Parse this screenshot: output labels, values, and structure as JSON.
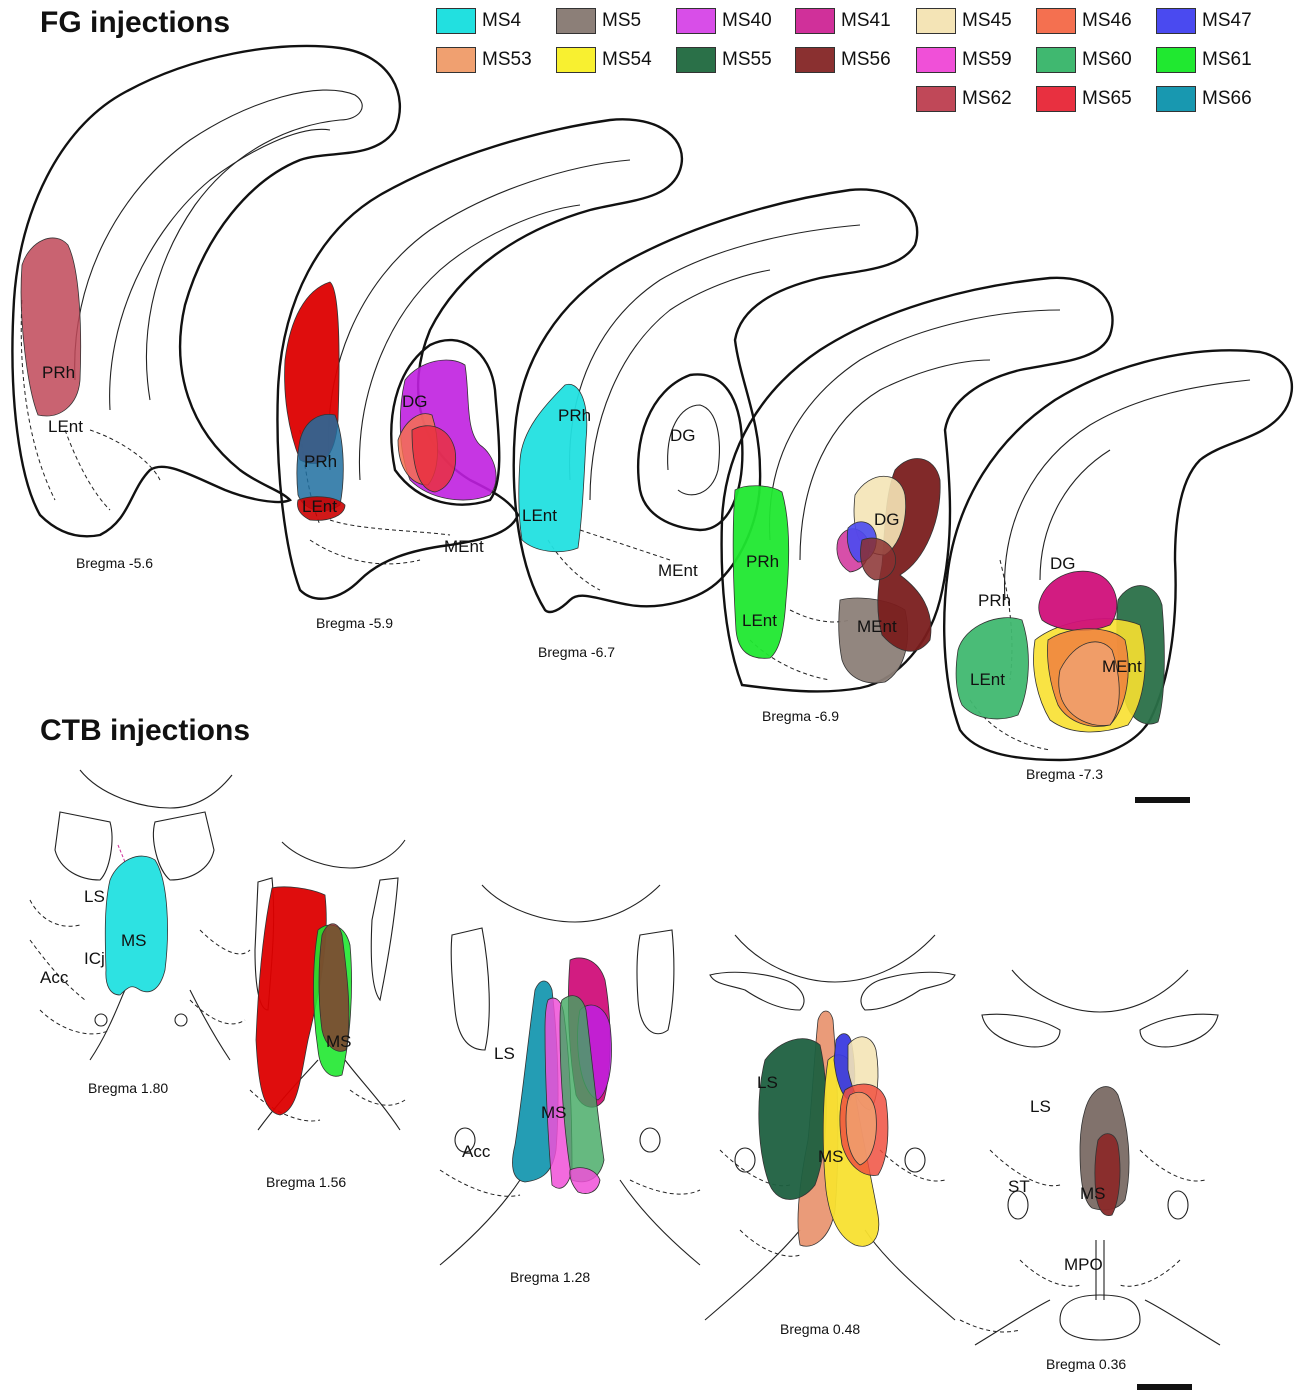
{
  "fg_heading": "FG injections",
  "ctb_heading": "CTB injections",
  "legend": [
    {
      "label": "MS4",
      "color": "#22e0e0"
    },
    {
      "label": "MS5",
      "color": "#8c7f78"
    },
    {
      "label": "MS40",
      "color": "#d84ee8"
    },
    {
      "label": "MS41",
      "color": "#d0309a"
    },
    {
      "label": "MS45",
      "color": "#f4e4b6"
    },
    {
      "label": "MS46",
      "color": "#f47050"
    },
    {
      "label": "MS47",
      "color": "#4a4af0"
    },
    {
      "label": "MS53",
      "color": "#f0a070"
    },
    {
      "label": "MS54",
      "color": "#f8f030"
    },
    {
      "label": "MS55",
      "color": "#2a7048"
    },
    {
      "label": "MS56",
      "color": "#8a3030"
    },
    {
      "label": "MS59",
      "color": "#f050d8"
    },
    {
      "label": "MS60",
      "color": "#40b870"
    },
    {
      "label": "MS61",
      "color": "#20e830"
    },
    {
      "label": "MS62",
      "color": "#c04858"
    },
    {
      "label": "MS65",
      "color": "#e83040"
    },
    {
      "label": "MS66",
      "color": "#1898b0"
    }
  ],
  "fg_sections": [
    {
      "bregma": "Bregma -5.6",
      "regions": [
        "PRh",
        "LEnt"
      ]
    },
    {
      "bregma": "Bregma -5.9",
      "regions": [
        "DG",
        "PRh",
        "LEnt",
        "MEnt"
      ]
    },
    {
      "bregma": "Bregma -6.7",
      "regions": [
        "PRh",
        "DG",
        "LEnt",
        "MEnt"
      ]
    },
    {
      "bregma": "Bregma -6.9",
      "regions": [
        "DG",
        "PRh",
        "LEnt",
        "MEnt"
      ]
    },
    {
      "bregma": "Bregma -7.3",
      "regions": [
        "DG",
        "PRh",
        "LEnt",
        "MEnt"
      ]
    }
  ],
  "ctb_sections": [
    {
      "bregma": "Bregma 1.80",
      "regions": [
        "LS",
        "MS",
        "ICj",
        "Acc"
      ]
    },
    {
      "bregma": "Bregma 1.56",
      "regions": [
        "MS"
      ]
    },
    {
      "bregma": "Bregma 1.28",
      "regions": [
        "LS",
        "MS",
        "Acc"
      ]
    },
    {
      "bregma": "Bregma 0.48",
      "regions": [
        "LS",
        "MS"
      ]
    },
    {
      "bregma": "Bregma 0.36",
      "regions": [
        "LS",
        "ST",
        "MS",
        "MPO"
      ]
    }
  ]
}
